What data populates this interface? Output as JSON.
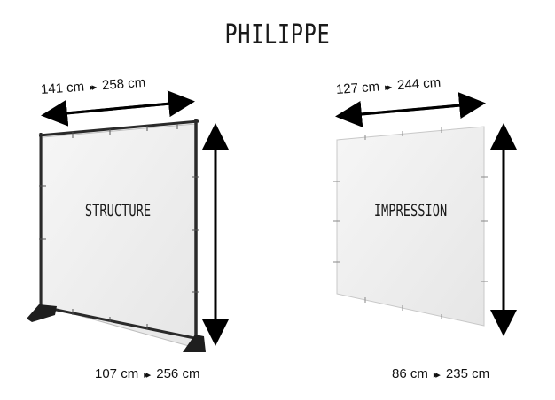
{
  "title": "PHILIPPE",
  "left": {
    "label": "STRUCTURE",
    "width_min": "141 cm",
    "width_max": "258 cm",
    "height_min": "107 cm",
    "height_max": "256 cm",
    "separator": "▸▸"
  },
  "right": {
    "label": "IMPRESSION",
    "width_min": "127 cm",
    "width_max": "244 cm",
    "height_min": "86 cm",
    "height_max": "235 cm",
    "separator": "▸▸"
  },
  "colors": {
    "frame": "#2a2a2a",
    "panel": "#f1f1f1",
    "arrow": "#000000"
  }
}
